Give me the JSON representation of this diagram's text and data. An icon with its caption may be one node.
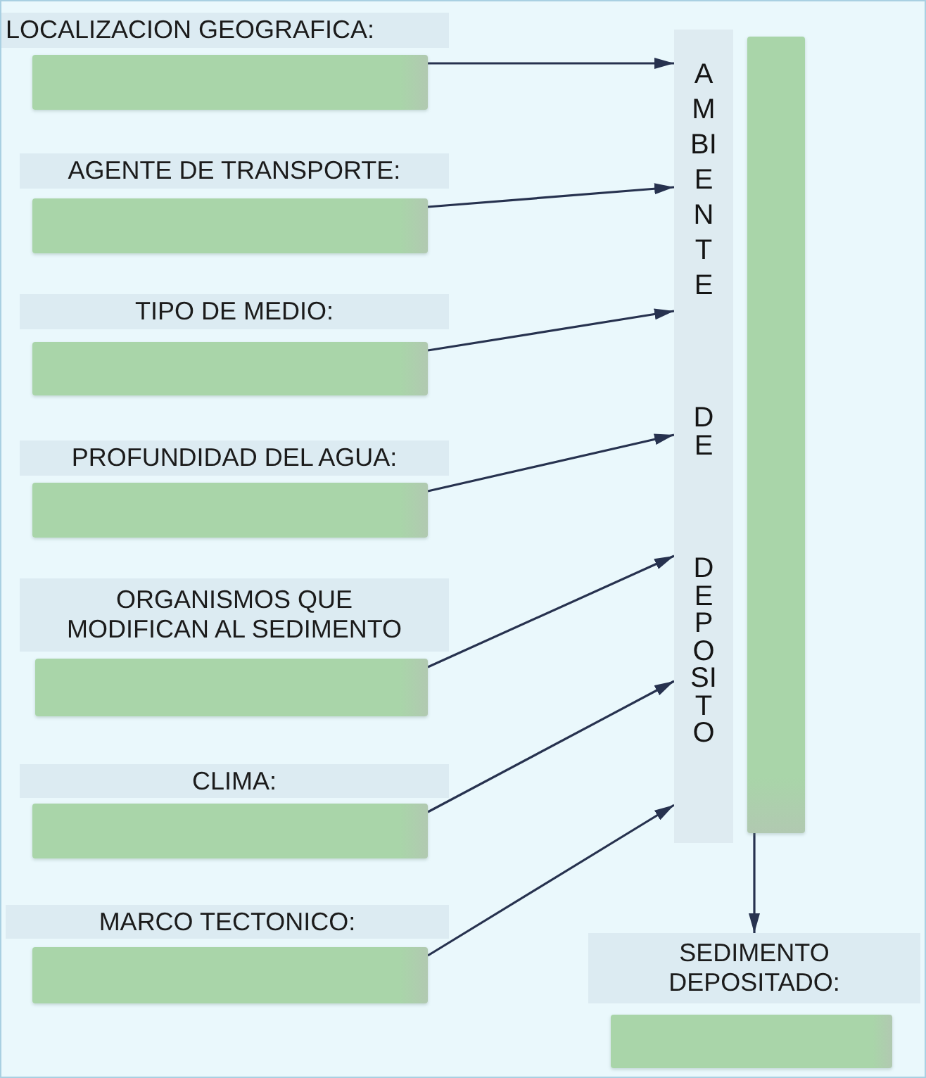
{
  "diagram": {
    "nodes": [
      {
        "text": [
          "LOCALIZACION GEOGRAFICA:"
        ]
      },
      {
        "text": [],
        "shape": "box"
      },
      {
        "text": [
          "AGENTE DE TRANSPORTE:"
        ]
      },
      {
        "text": [],
        "shape": "box"
      },
      {
        "text": [
          "TIPO DE MEDIO:"
        ]
      },
      {
        "text": [],
        "shape": "box"
      },
      {
        "text": [
          "PROFUNDIDAD DEL AGUA:"
        ]
      },
      {
        "text": [],
        "shape": "box"
      },
      {
        "text": [
          "ORGANISMOS QUE MODIFICAN AL SEDIMENTO"
        ]
      },
      {
        "text": [],
        "shape": "box"
      },
      {
        "text": [
          "CLIMA:"
        ]
      },
      {
        "text": [],
        "shape": "box"
      },
      {
        "text": [
          "MARCO TECTONICO:"
        ]
      },
      {
        "text": [],
        "shape": "box"
      },
      {
        "text": [
          "AMBIENTE",
          "DE",
          "DEPOSITO"
        ]
      },
      {
        "text": [],
        "shape": "bar"
      },
      {
        "text": [
          "SEDIMENTO DEPOSITADO:"
        ]
      },
      {
        "text": [],
        "shape": "box"
      }
    ],
    "edges": [
      {
        "from": 1,
        "to": 14,
        "arrow": "to"
      },
      {
        "from": 3,
        "to": 14,
        "arrow": "to"
      },
      {
        "from": 5,
        "to": 14,
        "arrow": "to"
      },
      {
        "from": 7,
        "to": 14,
        "arrow": "to"
      },
      {
        "from": 9,
        "to": 14,
        "arrow": "to"
      },
      {
        "from": 11,
        "to": 14,
        "arrow": "to"
      },
      {
        "from": 13,
        "to": 14,
        "arrow": "to"
      },
      {
        "from": 15,
        "to": 16,
        "arrow": "to"
      }
    ]
  }
}
